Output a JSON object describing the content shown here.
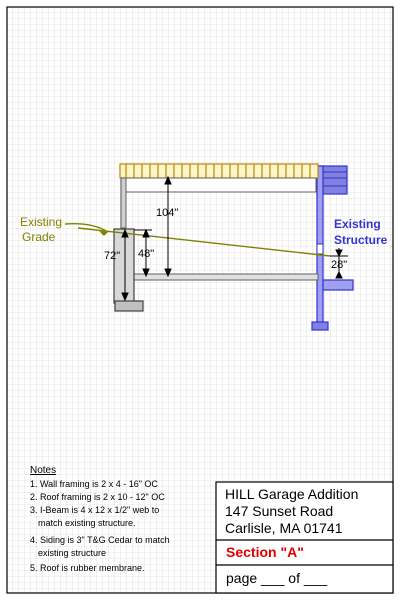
{
  "drawing": {
    "dimensions": {
      "height_104": "104\"",
      "height_72": "72\"",
      "height_48": "48\"",
      "height_28": "28\""
    },
    "labels": {
      "grade_line1": "Existing",
      "grade_line2": "Grade",
      "structure_line1": "Existing",
      "structure_line2": "Structure"
    }
  },
  "notes": {
    "heading": "Notes",
    "lines": [
      "1. Wall framing is 2 x 4 - 16\" OC",
      "2. Roof framing is 2 x 10 - 12\" OC",
      "3. I-Beam is 4 x 12 x 1/2\" web to",
      "match existing structure.",
      "4. Siding is 3\" T&G Cedar to match",
      "existing structure",
      "5. Roof is rubber membrane."
    ]
  },
  "title_block": {
    "project_line1": "HILL Garage Addition",
    "project_line2": "147 Sunset Road",
    "project_line3": "Carlisle, MA  01741",
    "section": "Section \"A\"",
    "page_label": "page ___ of ___"
  },
  "colors": {
    "grid": "#c8c8c8",
    "roof": "#b8860b",
    "existing": "#3333cc",
    "grade": "#808000",
    "section_text": "#e00000"
  }
}
